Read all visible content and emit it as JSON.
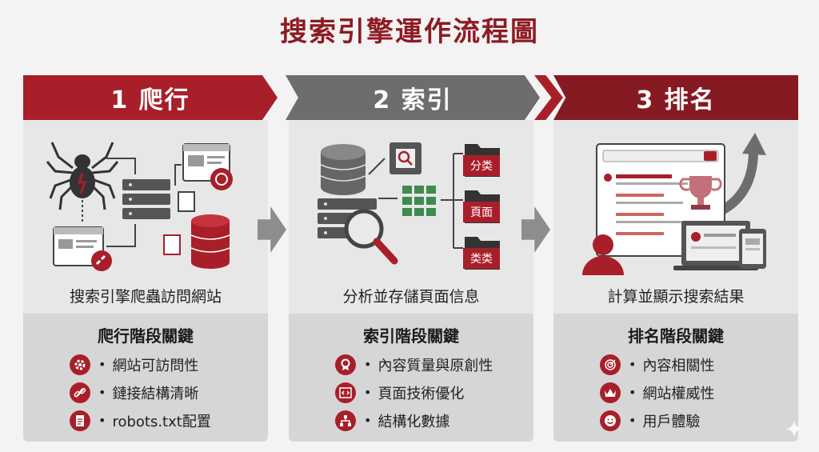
{
  "title": "搜索引擎運作流程圖",
  "stages": [
    {
      "banner": "1 爬行",
      "caption": "搜索引擎爬蟲訪問網站",
      "key_title": "爬行階段關鍵",
      "items": [
        {
          "icon": "gear-icon",
          "text": "網站可訪問性"
        },
        {
          "icon": "link-icon",
          "text": "鏈接結構清晰"
        },
        {
          "icon": "document-icon",
          "text": "robots.txt配置"
        }
      ]
    },
    {
      "banner": "2 索引",
      "caption": "分析並存儲頁面信息",
      "key_title": "索引階段關鍵",
      "folders": [
        "分类",
        "頁面",
        "类类"
      ],
      "items": [
        {
          "icon": "award-icon",
          "text": "內容質量與原創性"
        },
        {
          "icon": "code-icon",
          "text": "頁面技術優化"
        },
        {
          "icon": "sitemap-icon",
          "text": "結構化數據"
        }
      ]
    },
    {
      "banner": "3 排名",
      "caption": "計算並顯示搜索結果",
      "key_title": "排名階段關鍵",
      "items": [
        {
          "icon": "target-icon",
          "text": "內容相關性"
        },
        {
          "icon": "crown-icon",
          "text": "網站權威性"
        },
        {
          "icon": "smile-icon",
          "text": "用戶體驗"
        }
      ]
    }
  ],
  "bullet": "•",
  "colors": {
    "accent": "#a81f2a",
    "dark_accent": "#861a22",
    "gray": "#6d6d6d",
    "title": "#8e1b24"
  }
}
